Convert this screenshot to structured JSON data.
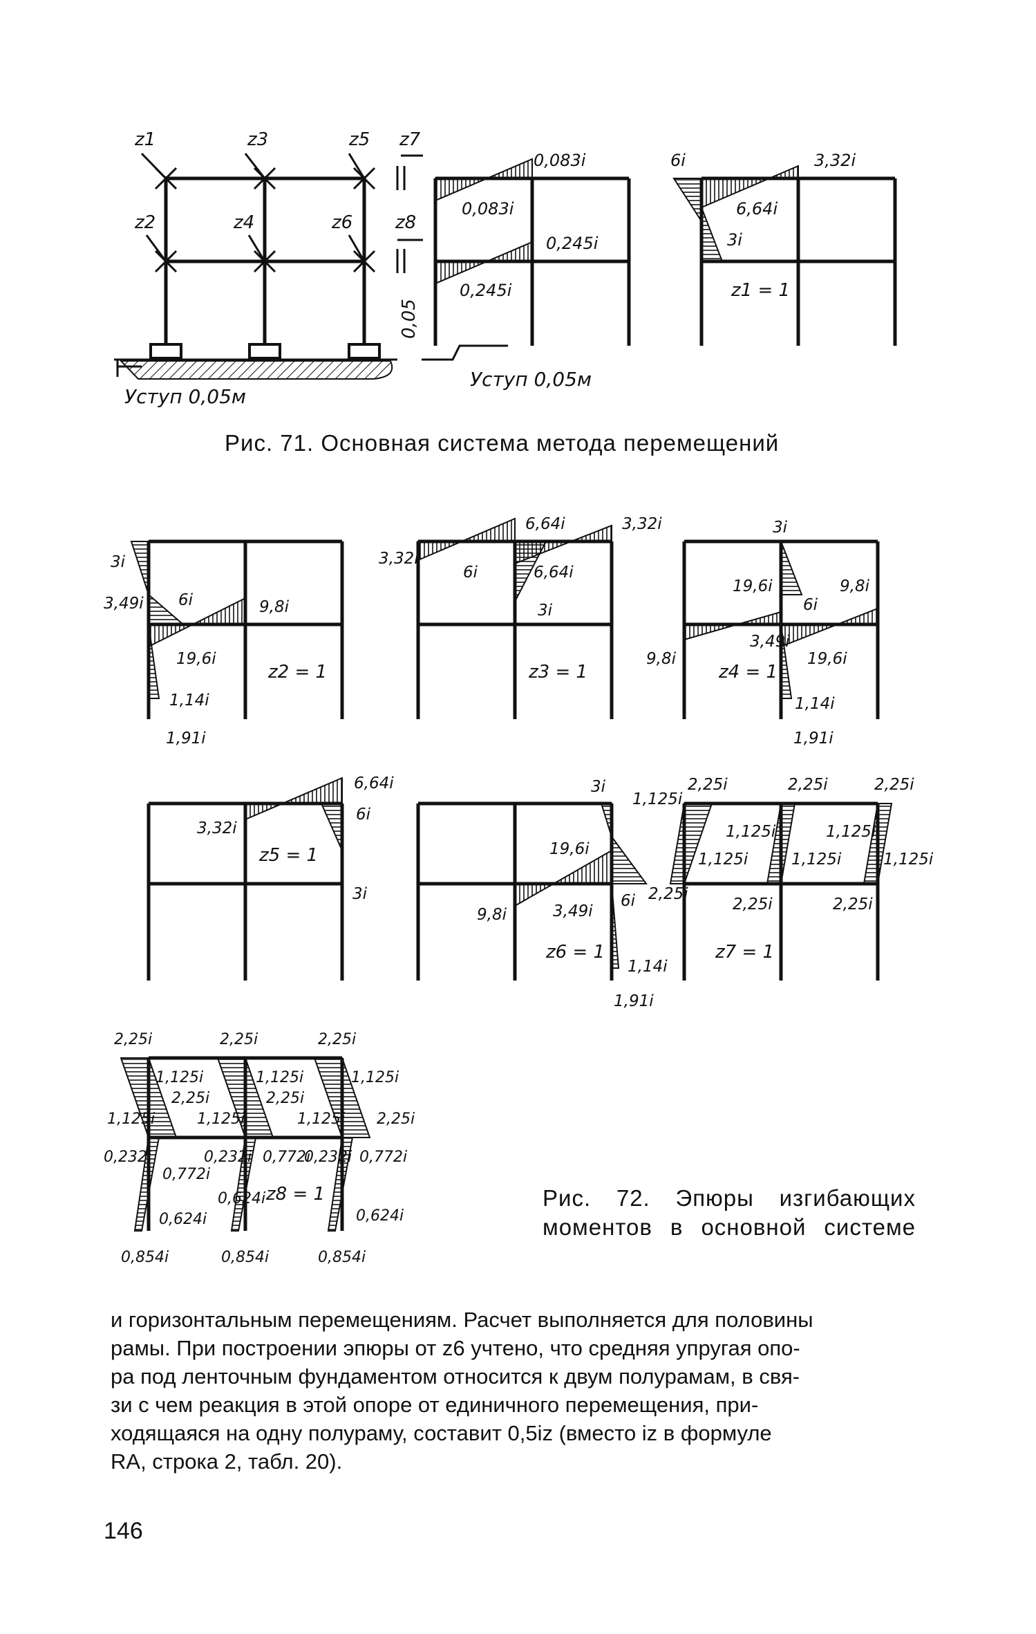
{
  "figure71": {
    "caption": "Рис. 71. Основная система метода перемещений",
    "left": {
      "z_labels": [
        "z1",
        "z2",
        "z3",
        "z4",
        "z5",
        "z6",
        "z7",
        "z8"
      ],
      "step_label": "Уступ  0,05м",
      "vertical_label": "0,05"
    },
    "middle": {
      "labels": [
        "0,083i",
        "0,083i",
        "0,245i",
        "0,245i"
      ],
      "step_label": "Уступ  0,05м"
    },
    "right": {
      "labels": [
        "6i",
        "3,32i",
        "6,64i",
        "3i"
      ],
      "unit_label": "z1 = 1"
    }
  },
  "figure72": {
    "caption": "Рис. 72. Эпюры изгибающих моментов в основной системе",
    "z2": {
      "labels": [
        "3i",
        "3,49i",
        "6i",
        "9,8i",
        "19,6i",
        "1,14i",
        "1,91i"
      ],
      "unit_label": "z2 = 1"
    },
    "z3": {
      "labels": [
        "6,64i",
        "3,32i",
        "3,32i",
        "6i",
        "6,64i",
        "3i"
      ],
      "unit_label": "z3 = 1"
    },
    "z4": {
      "labels": [
        "3i",
        "19,6i",
        "9,8i",
        "6i",
        "3,49i",
        "9,8i",
        "19,6i",
        "1,14i",
        "1,91i"
      ],
      "unit_label": "z4 = 1"
    },
    "z5": {
      "labels": [
        "6,64i",
        "3,32i",
        "6i",
        "3i"
      ],
      "unit_label": "z5 = 1"
    },
    "z6": {
      "labels": [
        "3i",
        "19,6i",
        "9,8i",
        "3,49i",
        "6i",
        "1,14i",
        "1,91i"
      ],
      "unit_label": "z6 = 1"
    },
    "z7": {
      "labels": [
        "1,125i",
        "2,25i",
        "2,25i",
        "2,25i",
        "1,125i",
        "1,125i",
        "1,125i",
        "1,125i",
        "1,125i",
        "2,25i",
        "2,25i",
        "2,25i"
      ],
      "unit_label": "z7 = 1"
    },
    "z8": {
      "labels": [
        "2,25i",
        "2,25i",
        "2,25i",
        "1,125i",
        "1,125i",
        "1,125i",
        "2,25i",
        "2,25i",
        "1,125i",
        "1,125i",
        "1,125i",
        "2,25i",
        "0,232i",
        "0,232i",
        "0,232i",
        "0,772i",
        "0,772i",
        "0,772i",
        "0,624i",
        "0,624i",
        "0,624i",
        "0,854i",
        "0,854i",
        "0,854i"
      ],
      "unit_label": "z8 = 1"
    }
  },
  "body_text": {
    "lines": [
      "и горизонтальным перемещениям. Расчет выполняется для половины",
      "рамы. При построении эпюры от z6 учтено, что средняя упругая опо-",
      "ра под ленточным фундаментом относится к двум полурамам, в свя-",
      "зи с чем реакция в этой опоре от единичного перемещения, при-",
      "ходящаяся на одну полураму, составит 0,5iz (вместо iz в формуле",
      "RA, строка 2, табл. 20)."
    ]
  },
  "page_number": "146",
  "colors": {
    "ink": "#111111",
    "paper": "#ffffff"
  }
}
